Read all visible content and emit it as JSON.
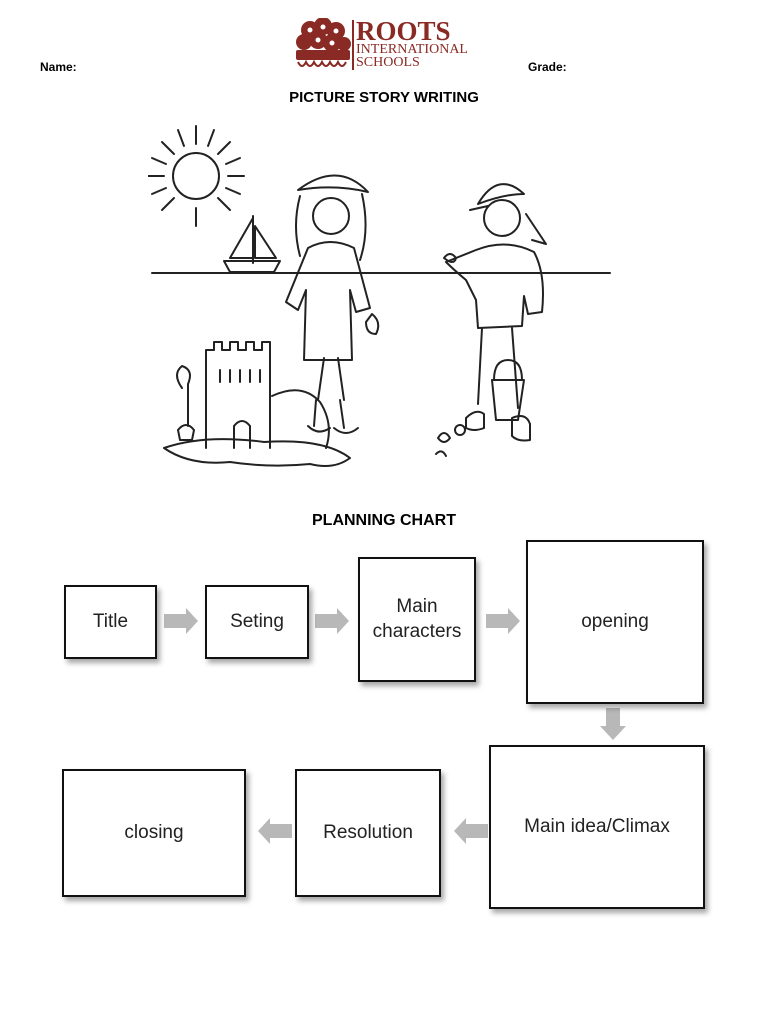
{
  "header": {
    "name_label": "Name:",
    "grade_label": "Grade:",
    "logo_line1": "ROOTS",
    "logo_line2": "INTERNATIONAL",
    "logo_line3": "SCHOOLS"
  },
  "picture_title": "PICTURE STORY WRITING",
  "chart_title": "PLANNING CHART",
  "planning_boxes": {
    "title": "Title",
    "setting": "Seting",
    "main_characters": "Main characters",
    "opening": "opening",
    "main_idea": "Main idea/Climax",
    "resolution": "Resolution",
    "closing": "closing"
  },
  "colors": {
    "logo": "#8a2a24",
    "arrow": "#b8b8b8"
  }
}
